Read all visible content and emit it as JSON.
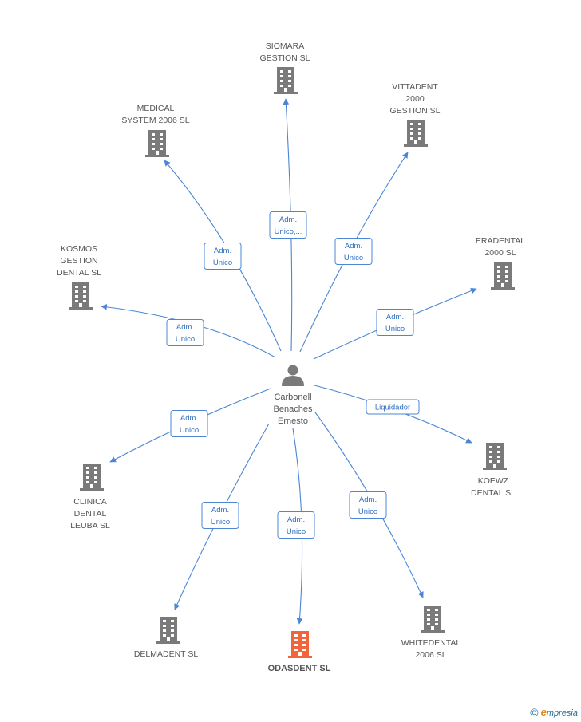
{
  "colors": {
    "edge": "#4a86d4",
    "rel_text": "#2f6fbf",
    "building": "#7a7a7a",
    "building_highlight": "#f2653a",
    "person": "#7a7a7a",
    "label": "#555555"
  },
  "center": {
    "name_lines": [
      "Carbonell",
      "Benaches",
      "Ernesto"
    ],
    "icon": "person-icon"
  },
  "companies": [
    {
      "id": "siomara",
      "lines": [
        "SIOMARA",
        "GESTION SL"
      ],
      "icon": "building-icon",
      "highlight": false
    },
    {
      "id": "vittadent",
      "lines": [
        "VITTADENT",
        "2000",
        "GESTION SL"
      ],
      "icon": "building-icon",
      "highlight": false
    },
    {
      "id": "medical",
      "lines": [
        "MEDICAL",
        "SYSTEM 2006 SL"
      ],
      "icon": "building-icon",
      "highlight": false
    },
    {
      "id": "eradental",
      "lines": [
        "ERADENTAL",
        "2000 SL"
      ],
      "icon": "building-icon",
      "highlight": false
    },
    {
      "id": "kosmos",
      "lines": [
        "KOSMOS",
        "GESTION",
        "DENTAL SL"
      ],
      "icon": "building-icon",
      "highlight": false
    },
    {
      "id": "koewz",
      "lines": [
        "KOEWZ",
        "DENTAL SL"
      ],
      "icon": "building-icon",
      "highlight": false
    },
    {
      "id": "clinica",
      "lines": [
        "CLINICA",
        "DENTAL",
        "LEUBA SL"
      ],
      "icon": "building-icon",
      "highlight": false
    },
    {
      "id": "delmadent",
      "lines": [
        "DELMADENT SL"
      ],
      "icon": "building-icon",
      "highlight": false
    },
    {
      "id": "odasdent",
      "lines": [
        "ODASDENT SL"
      ],
      "icon": "building-icon",
      "highlight": true
    },
    {
      "id": "whitedental",
      "lines": [
        "WHITEDENTAL",
        "2006 SL"
      ],
      "icon": "building-icon",
      "highlight": false
    }
  ],
  "relations": [
    {
      "target": "siomara",
      "lines": [
        "Adm.",
        "Unico,..."
      ]
    },
    {
      "target": "vittadent",
      "lines": [
        "Adm.",
        "Unico"
      ]
    },
    {
      "target": "medical",
      "lines": [
        "Adm.",
        "Unico"
      ]
    },
    {
      "target": "eradental",
      "lines": [
        "Adm.",
        "Unico"
      ]
    },
    {
      "target": "kosmos",
      "lines": [
        "Adm.",
        "Unico"
      ]
    },
    {
      "target": "koewz",
      "lines": [
        "Liquidador"
      ]
    },
    {
      "target": "clinica",
      "lines": [
        "Adm.",
        "Unico"
      ]
    },
    {
      "target": "delmadent",
      "lines": [
        "Adm.",
        "Unico"
      ]
    },
    {
      "target": "odasdent",
      "lines": [
        "Adm.",
        "Unico"
      ]
    },
    {
      "target": "whitedental",
      "lines": [
        "Adm.",
        "Unico"
      ]
    }
  ],
  "footer": {
    "copyright": "©",
    "brand_initial": "e",
    "brand_rest": "mpresia"
  }
}
